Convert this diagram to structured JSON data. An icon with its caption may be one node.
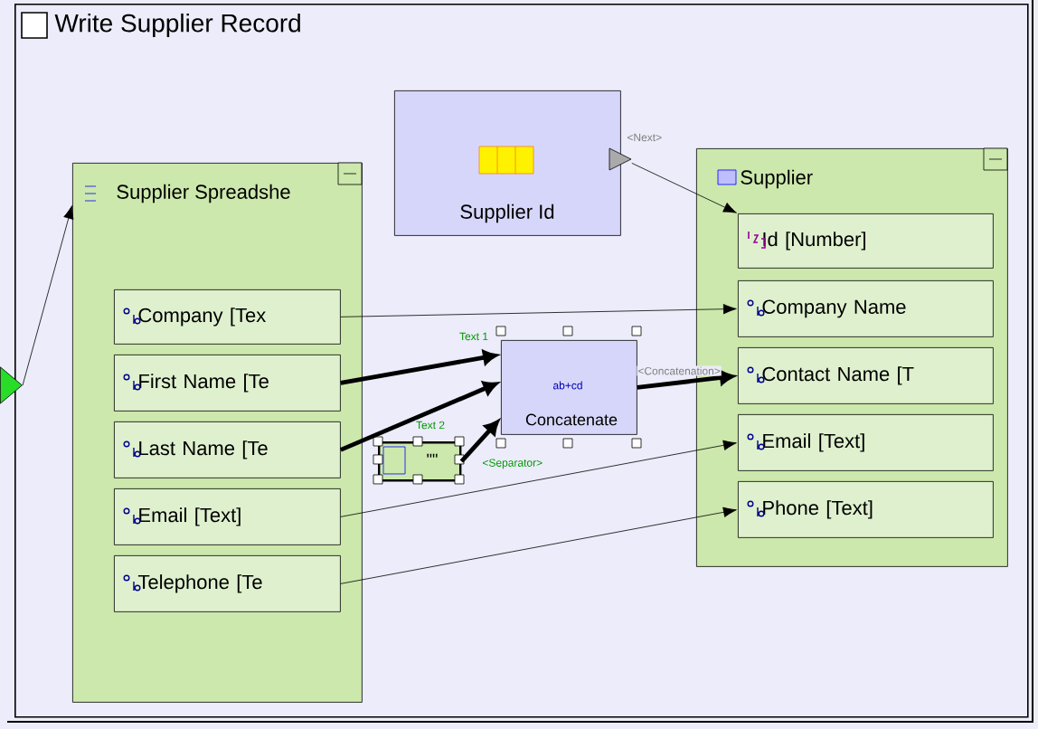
{
  "diagram": {
    "nodes": [
      {
        "text": [
          "Write Supplier Record"
        ]
      },
      {
        "text": [
          "Supplier Id"
        ],
        "in": 0
      },
      {
        "text": [
          "Supplier Spreadshe"
        ],
        "in": 0
      },
      {
        "text": [
          "Company [Tex"
        ],
        "in": 2
      },
      {
        "text": [
          "First Name [Te"
        ],
        "in": 2
      },
      {
        "text": [
          "Last Name [Te"
        ],
        "in": 2
      },
      {
        "text": [
          "Email [Text]"
        ],
        "in": 2
      },
      {
        "text": [
          "Telephone [Te"
        ],
        "in": 2
      },
      {
        "text": [
          "\"\""
        ],
        "in": 0
      },
      {
        "text": [
          "ab+cd",
          "Concatenate"
        ],
        "in": 0
      },
      {
        "text": [
          "Supplier"
        ],
        "in": 0
      },
      {
        "text": [
          "Id [Number]"
        ],
        "in": 10
      },
      {
        "text": [
          "Company Name"
        ],
        "in": 10
      },
      {
        "text": [
          "Contact Name [T"
        ],
        "in": 10
      },
      {
        "text": [
          "Email [Text]"
        ],
        "in": 10
      },
      {
        "text": [
          "Phone [Text]"
        ],
        "in": 10
      },
      {
        "text": [],
        "shape": "triangle"
      }
    ],
    "edges": [
      {
        "from": 16,
        "to": 2,
        "arrow": "to"
      },
      {
        "from": 1,
        "to": 11,
        "arrow": "to",
        "label": "<Next>"
      },
      {
        "from": 3,
        "to": 12,
        "arrow": "to"
      },
      {
        "from": 4,
        "to": 9,
        "arrow": "to",
        "label": "Text 1",
        "style": "thick"
      },
      {
        "from": 5,
        "to": 9,
        "arrow": "to",
        "label": "Text 2",
        "style": "thick"
      },
      {
        "from": 8,
        "to": 9,
        "arrow": "to",
        "label": "<Separator>",
        "style": "thick"
      },
      {
        "from": 9,
        "to": 13,
        "arrow": "to",
        "label": "<Concatenation>",
        "style": "thick"
      },
      {
        "from": 6,
        "to": 14,
        "arrow": "to"
      },
      {
        "from": 7,
        "to": 15,
        "arrow": "to"
      }
    ]
  }
}
